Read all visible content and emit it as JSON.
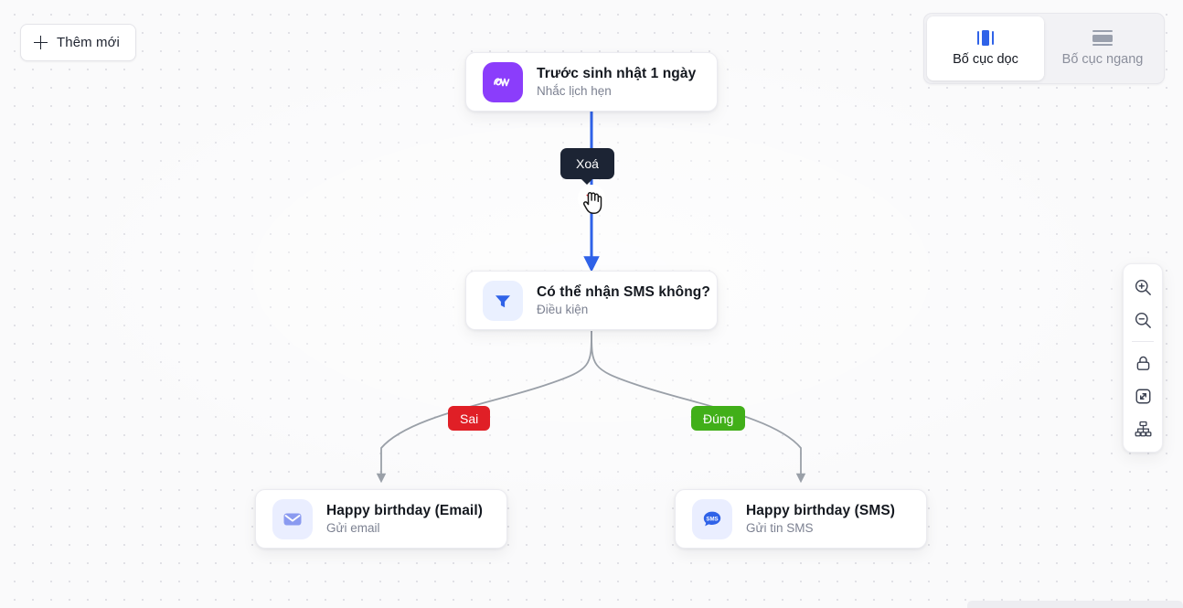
{
  "toolbar": {
    "add_new_label": "Thêm mới",
    "add_icon": "plus-icon"
  },
  "layout_toggle": {
    "options": [
      {
        "label": "Bố cục dọc",
        "icon": "vertical-layout-icon",
        "active": true
      },
      {
        "label": "Bố cục ngang",
        "icon": "horizontal-layout-icon",
        "active": false
      }
    ]
  },
  "tooltip": {
    "delete_label": "Xoá",
    "delete_icon": "trash-icon",
    "cursor": "hand-pointer-cursor"
  },
  "nodes": [
    {
      "id": "reminder",
      "title": "Trước sinh nhật 1 ngày",
      "subtitle": "Nhắc lịch hẹn",
      "icon": "reminder-icon",
      "icon_bg": "#8b3dfb"
    },
    {
      "id": "condition",
      "title": "Có thể nhận SMS không?",
      "subtitle": "Điều kiện",
      "icon": "filter-icon",
      "icon_bg": "#eaf0ff"
    },
    {
      "id": "email",
      "title": "Happy birthday (Email)",
      "subtitle": "Gửi email",
      "icon": "envelope-icon",
      "icon_bg": "#eaeeff"
    },
    {
      "id": "sms",
      "title": "Happy birthday (SMS)",
      "subtitle": "Gửi tin SMS",
      "icon": "sms-bubble-icon",
      "icon_bg": "#eaeeff"
    }
  ],
  "branches": [
    {
      "label": "Sai",
      "color": "#e01f26"
    },
    {
      "label": "Đúng",
      "color": "#41af19"
    }
  ],
  "canvas_tools": [
    {
      "name": "zoom-in-icon"
    },
    {
      "name": "zoom-out-icon"
    },
    {
      "name": "lock-icon"
    },
    {
      "name": "fit-view-icon"
    },
    {
      "name": "auto-layout-icon"
    }
  ],
  "colors": {
    "edge_active": "#2f62e8",
    "edge_default": "#9aa0a8",
    "canvas_bg": "#fafafb"
  }
}
